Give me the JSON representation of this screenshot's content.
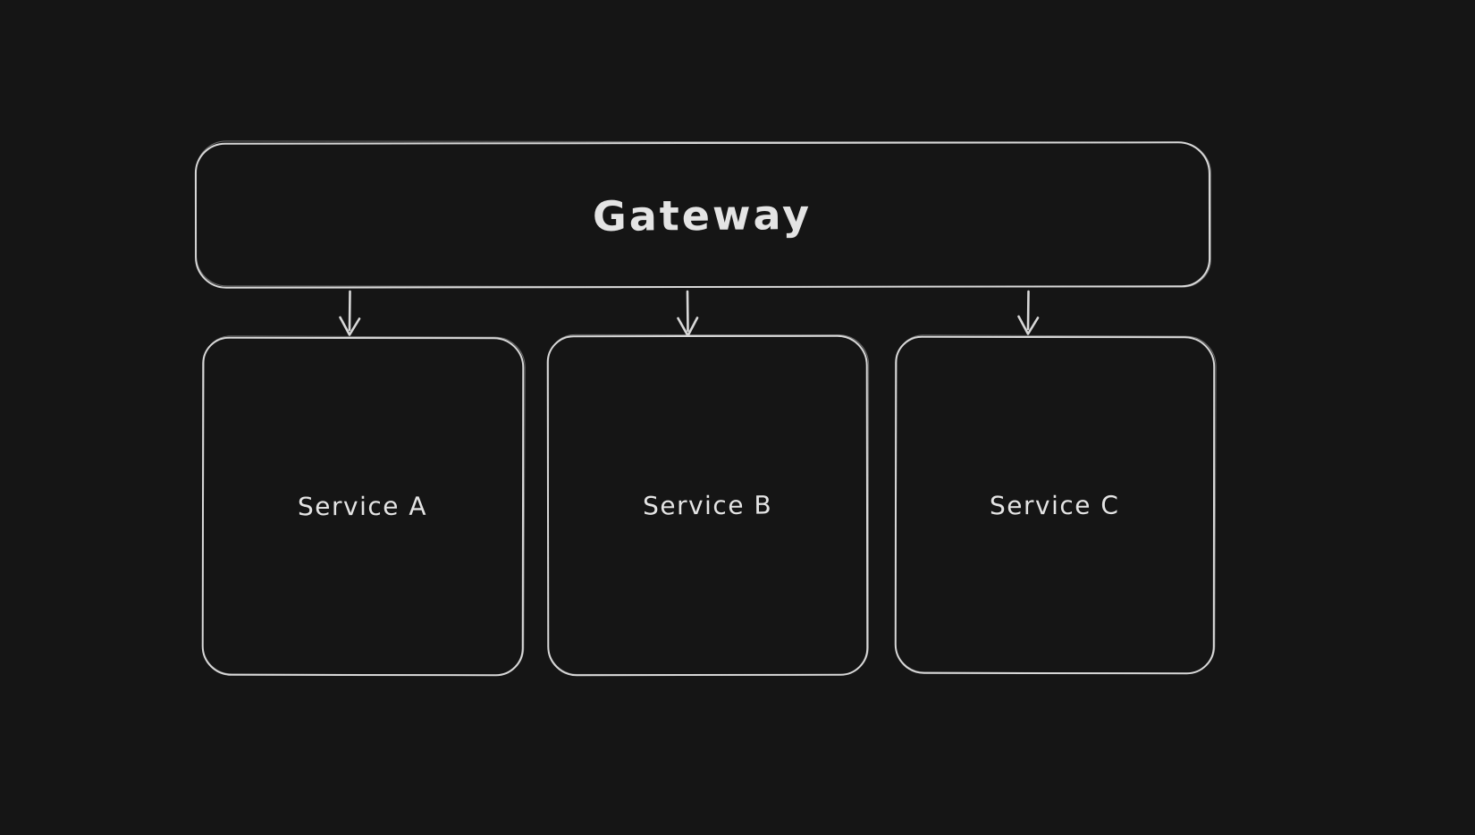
{
  "theme": {
    "background": "#151515",
    "stroke_color": "#d8d8d8",
    "text_color": "#e4e4e4"
  },
  "diagram": {
    "type": "architecture-diagram",
    "style": "hand-drawn",
    "nodes": [
      {
        "id": "gateway",
        "label": "Gateway",
        "shape": "rounded-rectangle",
        "row": "top"
      },
      {
        "id": "service-a",
        "label": "Service A",
        "shape": "rounded-rectangle",
        "row": "bottom"
      },
      {
        "id": "service-b",
        "label": "Service B",
        "shape": "rounded-rectangle",
        "row": "bottom"
      },
      {
        "id": "service-c",
        "label": "Service C",
        "shape": "rounded-rectangle",
        "row": "bottom"
      }
    ],
    "edges": [
      {
        "from": "gateway",
        "to": "service-a",
        "type": "arrow",
        "direction": "down"
      },
      {
        "from": "gateway",
        "to": "service-b",
        "type": "arrow",
        "direction": "down"
      },
      {
        "from": "gateway",
        "to": "service-c",
        "type": "arrow",
        "direction": "down"
      }
    ]
  }
}
